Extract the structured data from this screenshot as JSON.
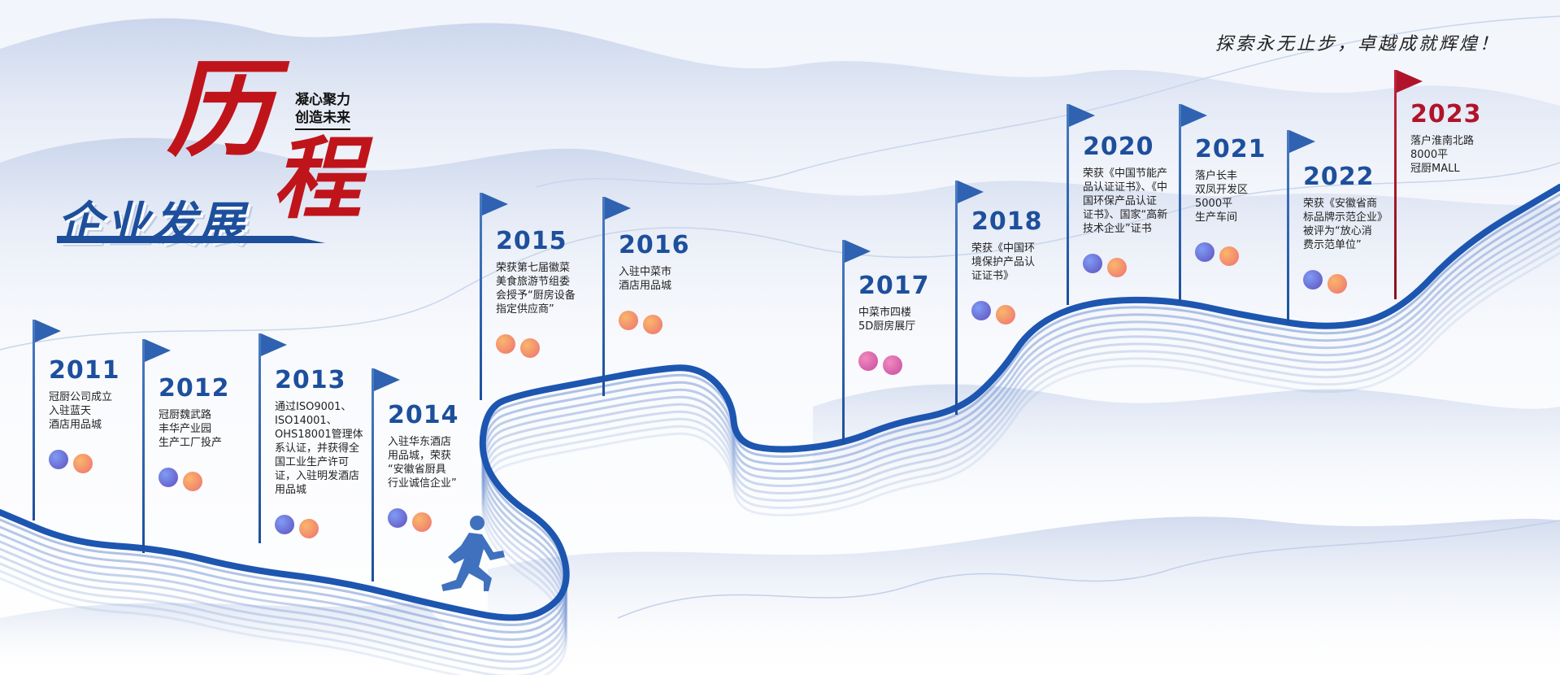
{
  "slogan": "探索永无止步，卓越成就辉煌！",
  "title": {
    "main": "企业发展",
    "char1": "历",
    "char2": "程",
    "subtitle_line1": "凝心聚力",
    "subtitle_line2": "创造未来"
  },
  "milestones": [
    {
      "year": "2011",
      "desc": "冠厨公司成立\n入驻蓝天\n酒店用品城"
    },
    {
      "year": "2012",
      "desc": "冠厨魏武路\n丰华产业园\n生产工厂投产"
    },
    {
      "year": "2013",
      "desc": "通过ISO9001、\nISO14001、\nOHS18001管理体\n系认证，并获得全\n国工业生产许可\n证，入驻明发酒店\n用品城"
    },
    {
      "year": "2014",
      "desc": "入驻华东酒店\n用品城，荣获\n“安徽省厨具\n行业诚信企业”"
    },
    {
      "year": "2015",
      "desc": "荣获第七届徽菜\n美食旅游节组委\n会授予“厨房设备\n指定供应商”"
    },
    {
      "year": "2016",
      "desc": "入驻中菜市\n酒店用品城"
    },
    {
      "year": "2017",
      "desc": "中菜市四楼\n5D厨房展厅"
    },
    {
      "year": "2018",
      "desc": "荣获《中国环\n境保护产品认\n证证书》"
    },
    {
      "year": "2020",
      "desc": "荣获《中国节能产\n品认证证书》、《中\n国环保产品认证\n证书》、国家“高新\n技术企业”证书"
    },
    {
      "year": "2021",
      "desc": "落户长丰\n双凤开发区\n5000平\n生产车间"
    },
    {
      "year": "2022",
      "desc": "荣获《安徽省商\n标品牌示范企业》\n被评为“放心消\n费示范单位”"
    },
    {
      "year": "2023",
      "desc": "落户淮南北路\n8000平\n冠厨MALL"
    }
  ],
  "colors": {
    "accent_blue": "#1d4f9c",
    "accent_red": "#b0142a",
    "background": "#f6f8fc"
  },
  "icons": {
    "flag": "flag-icon",
    "runner": "runner-silhouette-icon"
  }
}
